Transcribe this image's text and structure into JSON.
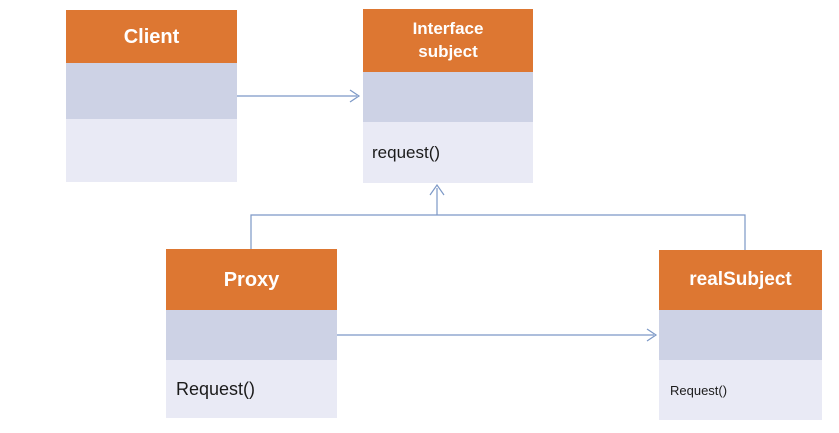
{
  "colors": {
    "header_orange": "#DD7732",
    "attrs_bg": "#CDD2E5",
    "methods_bg": "#E9EAF5",
    "connector_blue": "#7C98C6",
    "header_text": "#FFFFFF",
    "method_text": "#1B1B1B"
  },
  "classes": {
    "client": {
      "name": "Client",
      "methods": ""
    },
    "interface_subject": {
      "name": "Interface\nsubject",
      "methods": "request()"
    },
    "proxy": {
      "name": "Proxy",
      "methods": "Request()"
    },
    "real_subject": {
      "name": "realSubject",
      "methods": "Request()"
    }
  },
  "relationships": [
    {
      "from": "Client",
      "to": "Interface subject",
      "type": "association-arrow"
    },
    {
      "from": "Proxy",
      "to": "Interface subject",
      "type": "generalization-arrow"
    },
    {
      "from": "realSubject",
      "to": "Interface subject",
      "type": "generalization-arrow"
    },
    {
      "from": "Proxy",
      "to": "realSubject",
      "type": "association-arrow"
    }
  ]
}
